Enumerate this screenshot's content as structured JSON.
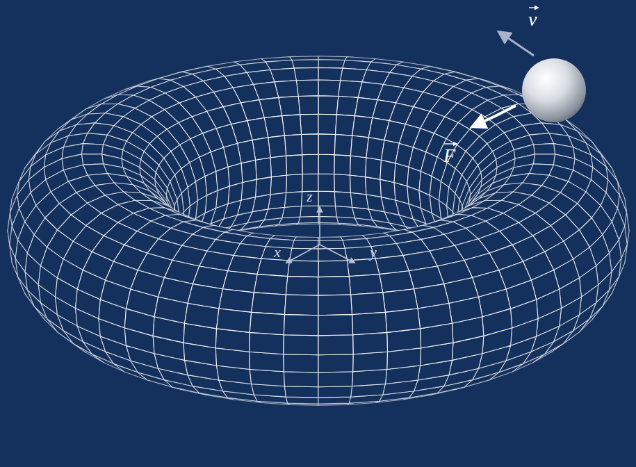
{
  "diagram": {
    "labels": [
      "v",
      "F",
      "z",
      "x",
      "y"
    ]
  }
}
